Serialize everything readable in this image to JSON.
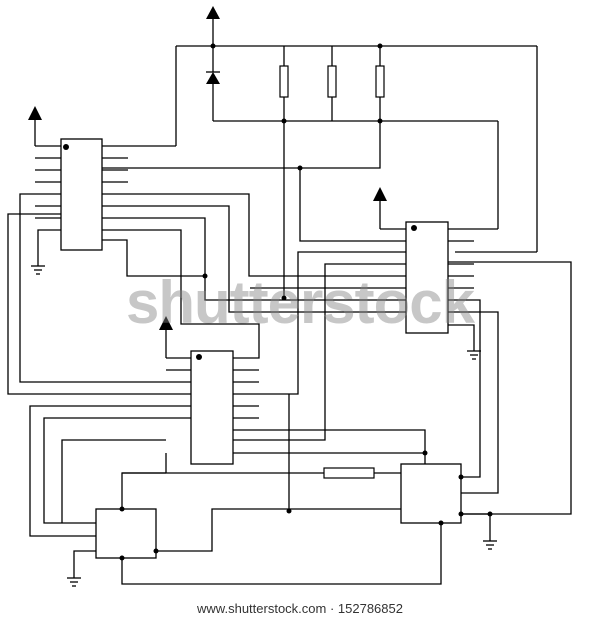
{
  "watermark": {
    "text": "shutterstock"
  },
  "footer": {
    "credit": "www.shutterstock.com · 152786852"
  },
  "colors": {
    "ink": "#000000",
    "paper": "#ffffff",
    "watermark": "#8c8c8c"
  },
  "components": {
    "ic_count": 3,
    "logic_block_count": 2,
    "resistor_count": 4,
    "diode_count": 1,
    "ground_symbols": 4,
    "supply_arrows": 4
  }
}
